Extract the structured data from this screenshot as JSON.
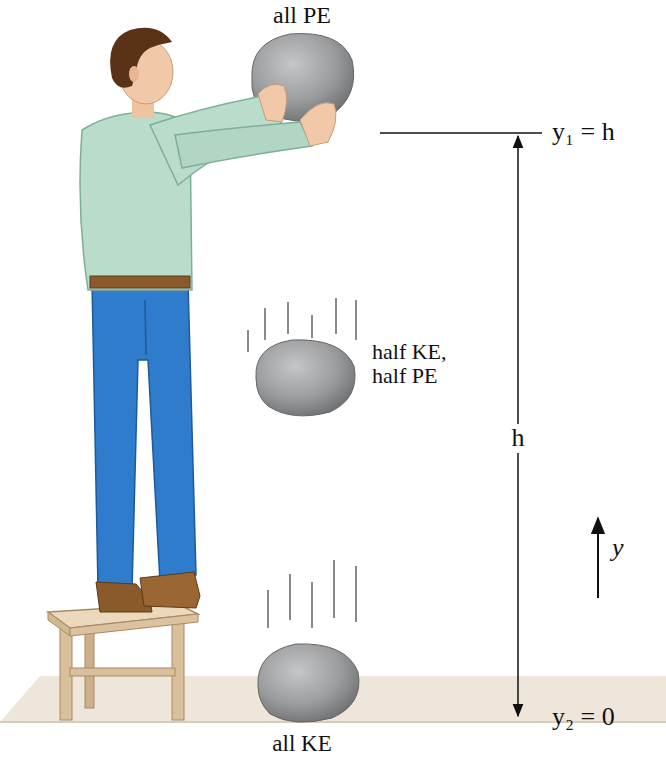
{
  "diagram": {
    "labels": [
      "all PE",
      "y₁ = h",
      "half KE, half PE",
      "h",
      "y",
      "y₂ = 0",
      "all KE"
    ]
  }
}
